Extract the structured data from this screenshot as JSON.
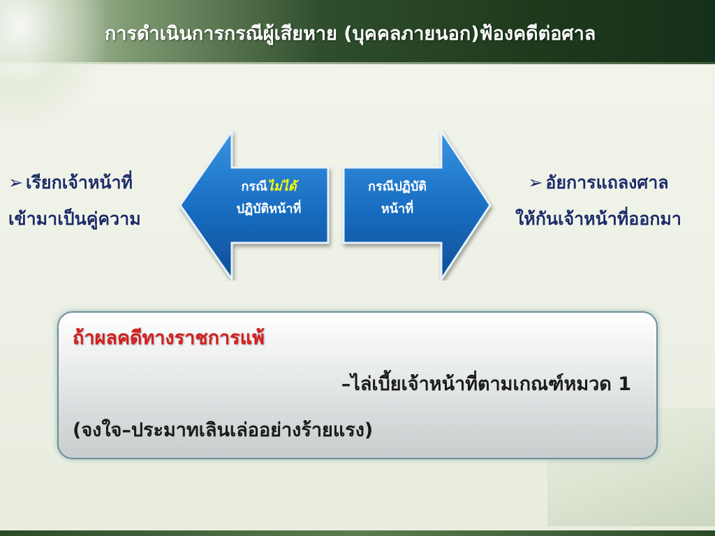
{
  "slide": {
    "title": "การดำเนินการกรณีผู้เสียหาย (บุคคลภายนอก)ฟ้องคดีต่อศาล",
    "left_note": {
      "bullet_icon": "arrow-bullet-icon",
      "line1": "เรียกเจ้าหน้าที่",
      "line2": "เข้ามาเป็นคู่ความ"
    },
    "right_note": {
      "bullet_icon": "arrow-bullet-icon",
      "line1": "อัยการแถลงศาล",
      "line2": "ให้กันเจ้าหน้าที่ออกมา"
    },
    "left_arrow": {
      "line1_prefix": "กรณี",
      "line1_highlight": "ไม่ได้",
      "line2": "ปฏิบัติหน้าที่"
    },
    "right_arrow": {
      "line1": "กรณีปฏิบัติ",
      "line2": "หน้าที่"
    },
    "box": {
      "heading": "ถ้าผลคดีทางราชการแพ้",
      "line1": "–ไล่เบี้ยเจ้าหน้าที่ตามเกณฑ์หมวด 1",
      "line2": "(จงใจ–ประมาทเลินเล่ออย่างร้ายแรง)"
    },
    "colors": {
      "arrow_blue": "#1a6fc4",
      "highlight_yellow": "#ffff00",
      "heading_red": "#d41e1e",
      "note_navy": "#1c2c66"
    }
  }
}
